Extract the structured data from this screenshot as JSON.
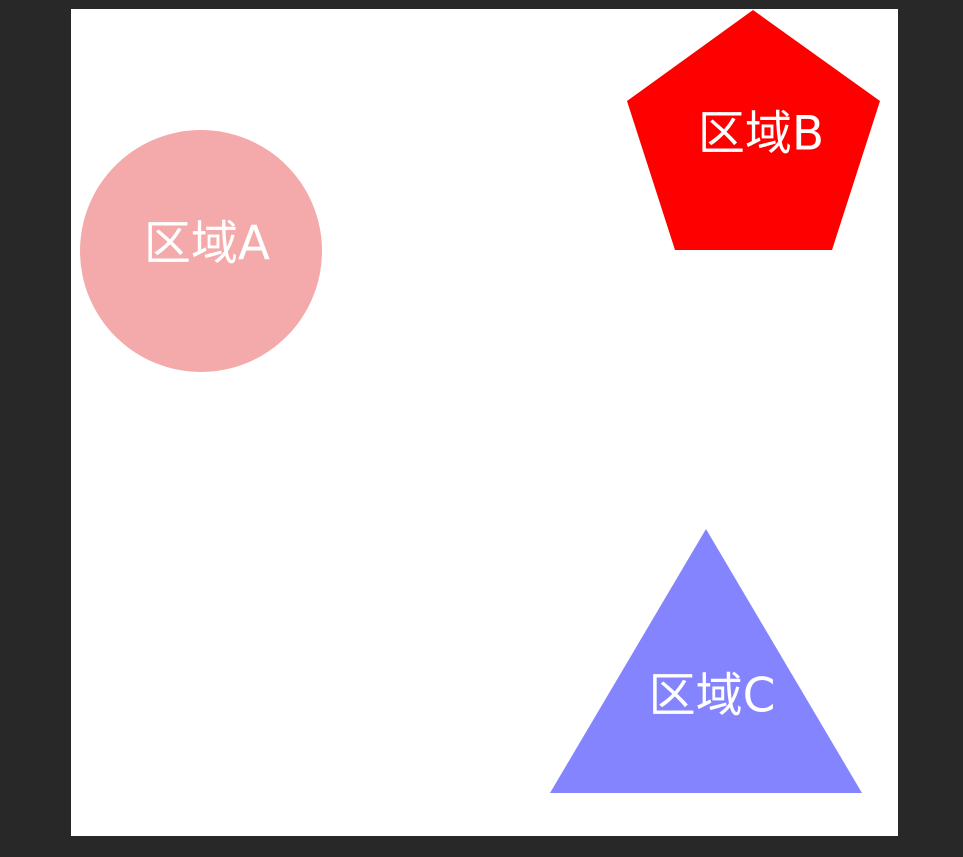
{
  "canvas": {
    "background_color": "#282828",
    "artboard_color": "#ffffff"
  },
  "regions": {
    "a": {
      "label": "区域A",
      "shape": "circle",
      "color": "#f4aaaa"
    },
    "b": {
      "label": "区域B",
      "shape": "pentagon",
      "color": "#ff0000"
    },
    "c": {
      "label": "区域C",
      "shape": "triangle",
      "color": "#8484ff"
    }
  }
}
